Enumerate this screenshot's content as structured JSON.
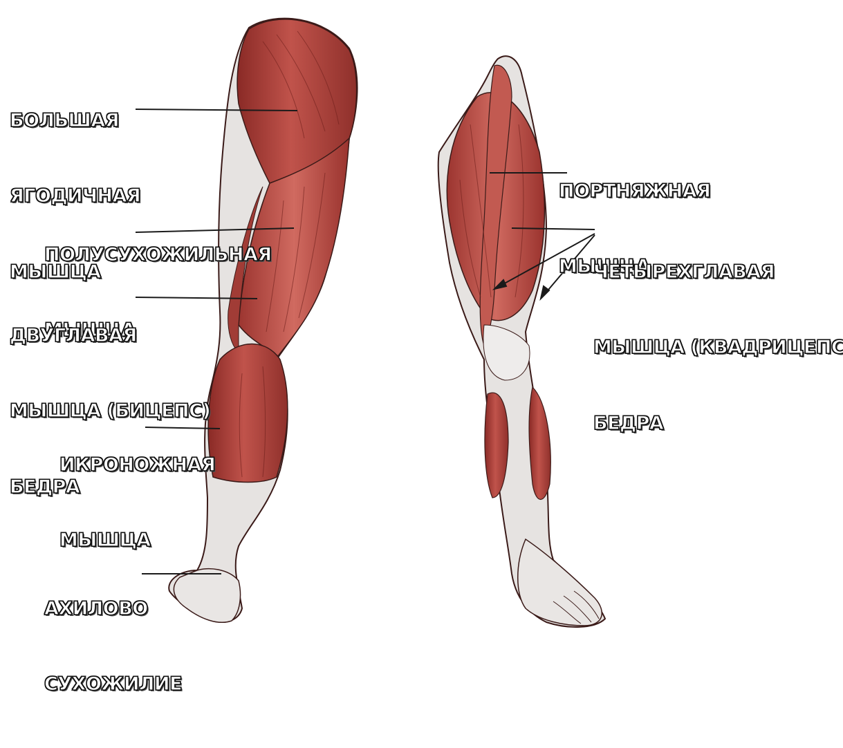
{
  "labels": {
    "gluteus": [
      "БОЛЬШАЯ",
      "ЯГОДИЧНАЯ",
      "МЫШЦА"
    ],
    "semitendinosus": [
      "ПОЛУСУХОЖИЛЬНАЯ",
      "МЫШЦА"
    ],
    "biceps_femoris": [
      "ДВУГЛАВАЯ",
      "МЫШЦА (БИЦЕПС)",
      "БЕДРА"
    ],
    "gastrocnemius": [
      "ИКРОНОЖНАЯ",
      "МЫШЦА"
    ],
    "achilles": [
      "АХИЛОВО",
      "СУХОЖИЛИЕ"
    ],
    "sartorius": [
      "ПОРТНЯЖНАЯ",
      "МЫШЦА"
    ],
    "quadriceps": [
      "ЧЕТЫРЕХГЛАВАЯ",
      "МЫШЦА (КВАДРИЦЕПС)",
      "БЕДРА"
    ]
  },
  "colors": {
    "muscle": "#b4453f",
    "muscle_dark": "#8a2a26",
    "muscle_light": "#d9837a",
    "tendon": "#e6e3e1",
    "outline": "#3a1a18"
  }
}
